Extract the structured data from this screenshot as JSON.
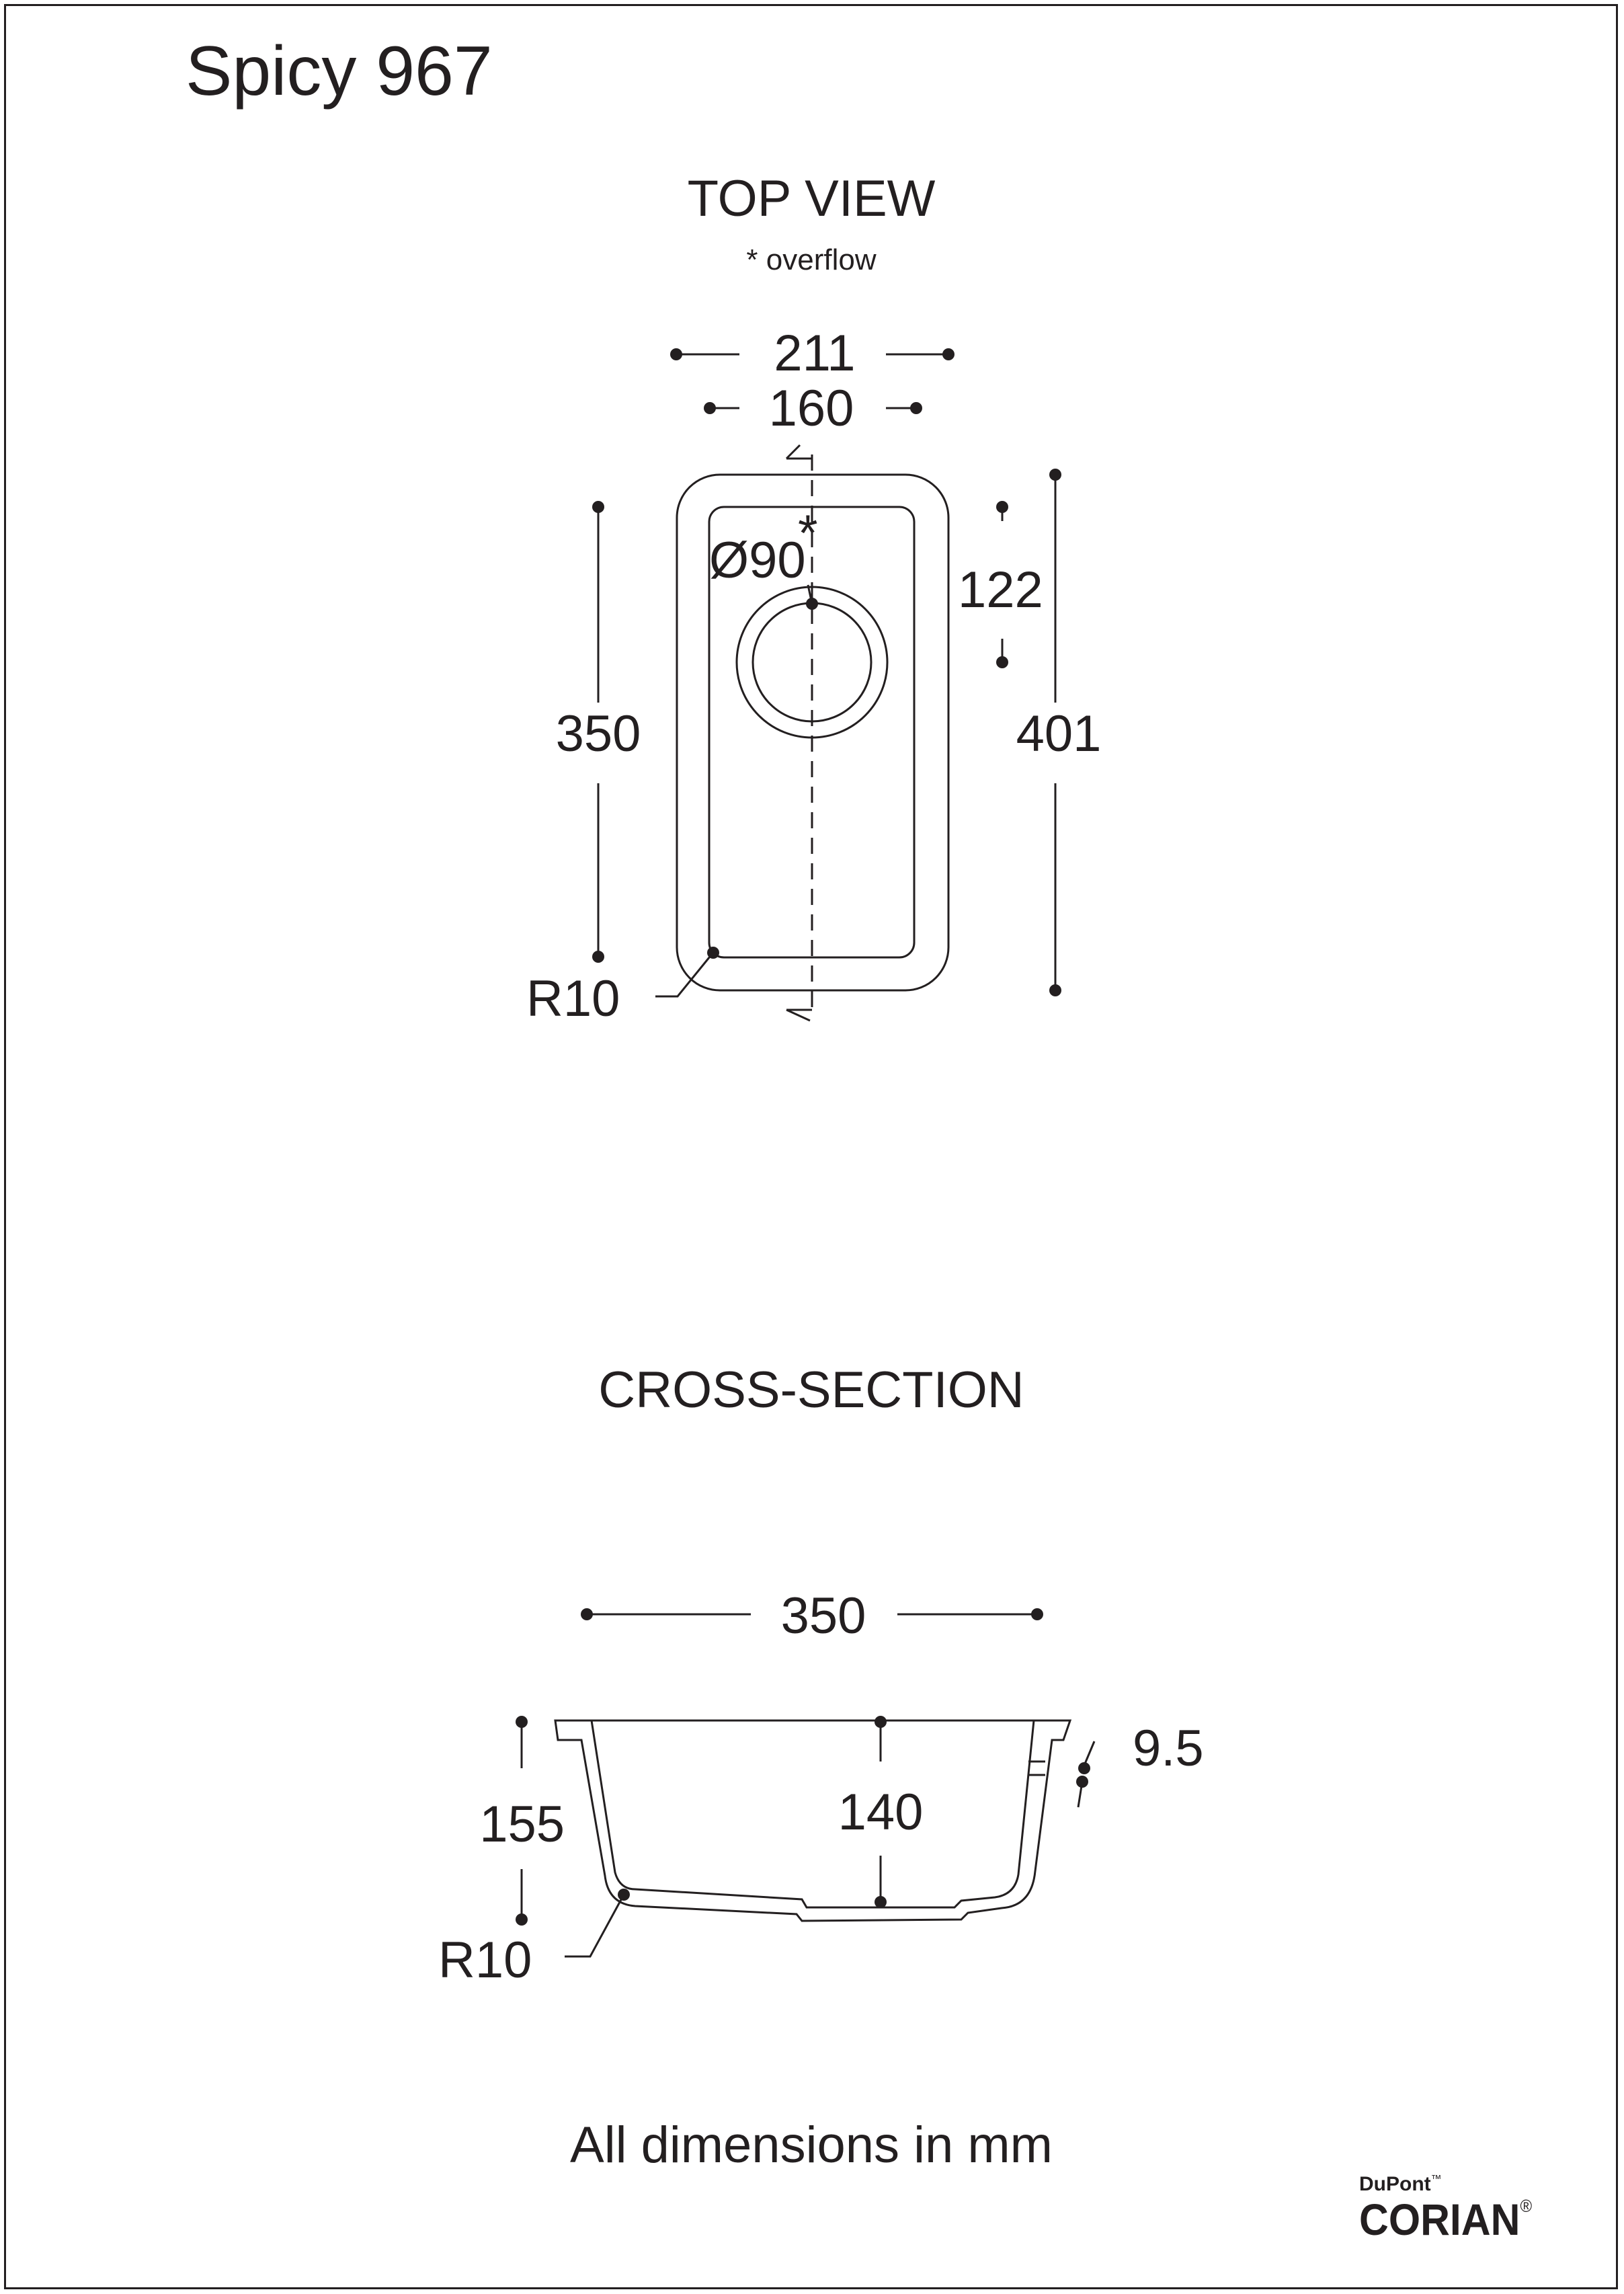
{
  "title": "Spicy 967",
  "top_view": {
    "heading": "TOP VIEW",
    "note": "* overflow",
    "overflow_mark": "*",
    "dims": {
      "outer_width": "211",
      "inner_width": "160",
      "drain_diameter": "Ø90",
      "drain_offset": "122",
      "inner_length": "350",
      "outer_length": "401",
      "corner_radius": "R10"
    }
  },
  "cross_section": {
    "heading": "CROSS-SECTION",
    "dims": {
      "length": "350",
      "outer_depth": "155",
      "inner_depth": "140",
      "thickness": "9.5",
      "corner_radius": "R10"
    }
  },
  "footer": "All dimensions in mm",
  "brand": {
    "maker": "DuPont",
    "maker_mark": "™",
    "product": "CORIAN",
    "product_mark": "®"
  },
  "colors": {
    "ink": "#231f20",
    "paper": "#ffffff"
  }
}
